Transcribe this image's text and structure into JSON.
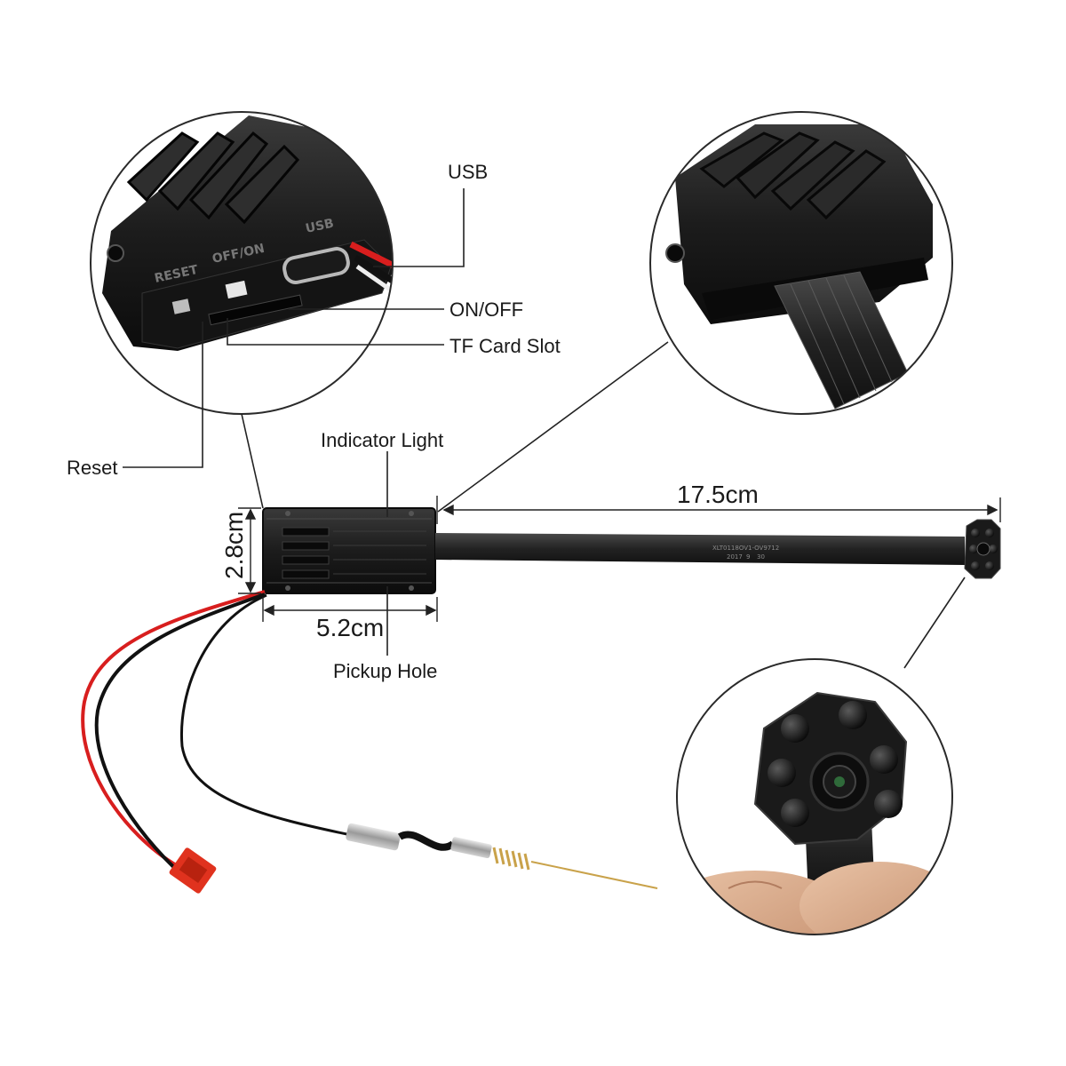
{
  "callouts": {
    "usb": "USB",
    "on_off": "ON/OFF",
    "tf_card_slot": "TF Card Slot",
    "reset": "Reset",
    "indicator_light": "Indicator Light",
    "pickup_hole": "Pickup Hole"
  },
  "dimensions": {
    "cable_length": "17.5cm",
    "module_height": "2.8cm",
    "module_width": "5.2cm"
  },
  "device_markings": {
    "reset": "RESET",
    "off_on": "OFF/ON",
    "usb": "USB",
    "pcb_code": "XLT0118OV1-OV9712",
    "pcb_date_year": "2017",
    "pcb_date_month": "9",
    "pcb_date_day": "30"
  },
  "colors": {
    "device_body": "#1c1c1c",
    "wire_red": "#d81e1e",
    "wire_black": "#111111",
    "connector_red": "#e0321e",
    "antenna_gold": "#c9a24a",
    "leader_line": "#222222"
  }
}
